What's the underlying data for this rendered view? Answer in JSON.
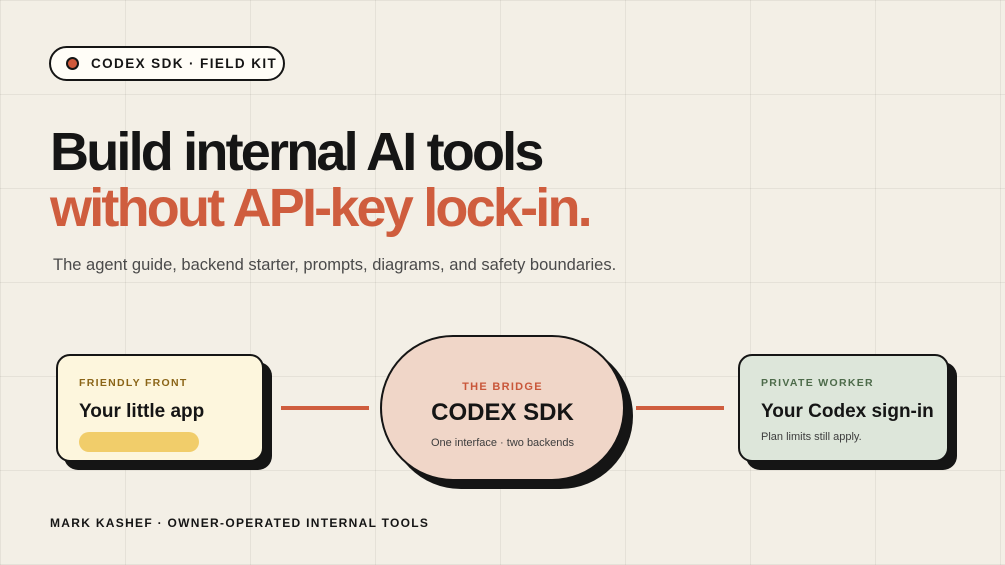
{
  "badge": {
    "text": "CODEX SDK · FIELD KIT"
  },
  "headline": {
    "line1": "Build internal AI tools",
    "line2": "without API-key lock-in."
  },
  "subtitle": "The agent guide, backend starter, prompts, diagrams, and safety boundaries.",
  "cards": {
    "front": {
      "label": "FRIENDLY FRONT",
      "title": "Your little app"
    },
    "bridge": {
      "label": "THE BRIDGE",
      "title": "CODEX SDK",
      "note": "One interface · two backends"
    },
    "worker": {
      "label": "PRIVATE WORKER",
      "title": "Your Codex sign-in",
      "note": "Plan limits still apply."
    }
  },
  "footer": "MARK KASHEF · OWNER-OPERATED INTERNAL TOOLS",
  "colors": {
    "background": "#f3efe6",
    "accent": "#cf5d3e",
    "front_card": "#fdf6dd",
    "bridge_card": "#f0d6c8",
    "worker_card": "#dde6da",
    "app_bar": "#f1cd6a"
  }
}
